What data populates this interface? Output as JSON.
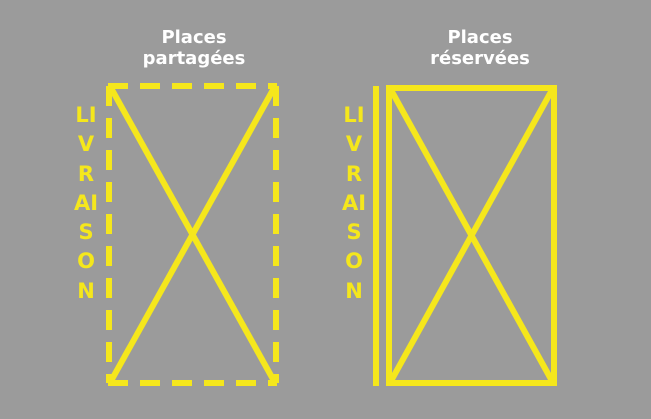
{
  "panels": [
    {
      "title_line1": "Places",
      "title_line2": "partagées",
      "side_label": "LIVRAISON",
      "border_style": "dashed"
    },
    {
      "title_line1": "Places",
      "title_line2": "réservées",
      "side_label": "LIVRAISON",
      "border_style": "solid-double"
    }
  ],
  "colors": {
    "background": "#9b9b9b",
    "marking": "#f5e71c",
    "text": "#ffffff"
  }
}
